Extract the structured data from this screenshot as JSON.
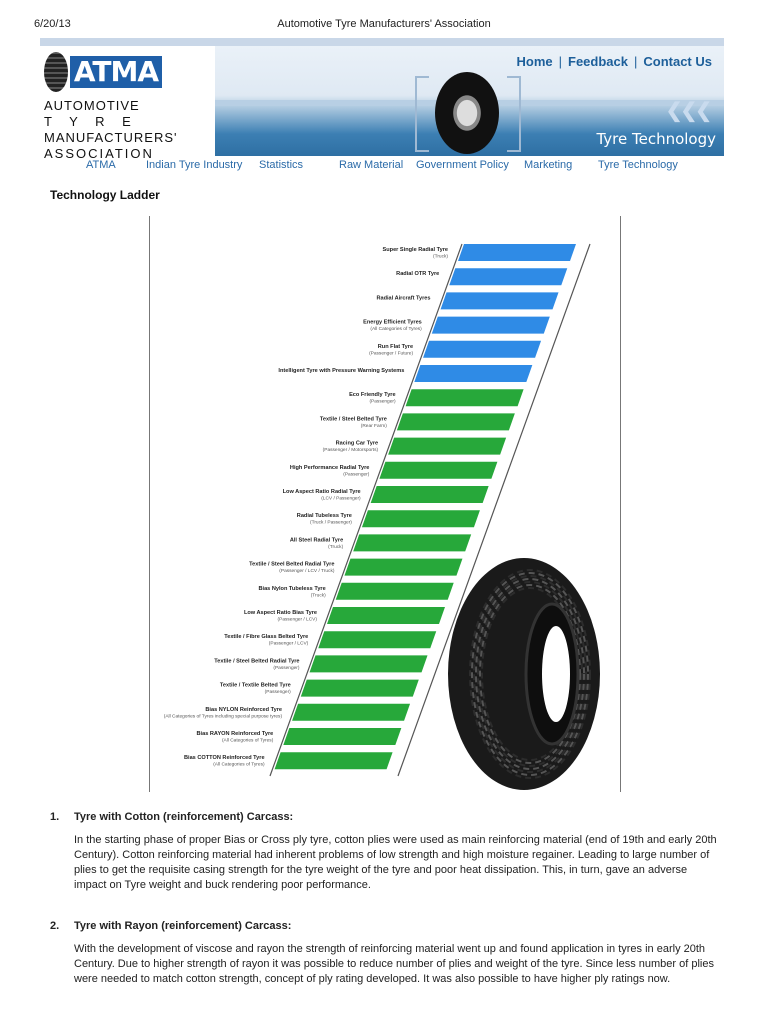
{
  "print_header": {
    "date": "6/20/13",
    "title": "Automotive Tyre Manufacturers' Association"
  },
  "logo": {
    "word": "ATMA",
    "lines": [
      "AUTOMOTIVE",
      "T  Y  R  E",
      "MANUFACTURERS'",
      "ASSOCIATION"
    ]
  },
  "top_links": [
    "Home",
    "Feedback",
    "Contact Us"
  ],
  "banner_label": "Tyre Technology",
  "nav": [
    "ATMA",
    "Indian Tyre Industry",
    "Statistics",
    "Raw Material",
    "Government Policy",
    "Marketing",
    "Tyre Technology"
  ],
  "page_heading": "Technology Ladder",
  "colors": {
    "blue_rung": "#2f8be6",
    "green_rung": "#27a83a",
    "link": "#2a6aa8",
    "brand": "#1f5fa8"
  },
  "ladder": {
    "rungs": [
      {
        "label": "Super Single Radial Tyre",
        "sub": "(Truck)",
        "color": "blue"
      },
      {
        "label": "Radial OTR Tyre",
        "sub": "",
        "color": "blue"
      },
      {
        "label": "Radial Aircraft Tyres",
        "sub": "",
        "color": "blue"
      },
      {
        "label": "Energy Efficient Tyres",
        "sub": "(All Categories of Tyres)",
        "color": "blue"
      },
      {
        "label": "Run Flat Tyre",
        "sub": "(Passenger / Future)",
        "color": "blue"
      },
      {
        "label": "Intelligent Tyre with Pressure Warning Systems",
        "sub": "",
        "color": "blue"
      },
      {
        "label": "Eco Friendly Tyre",
        "sub": "(Passenger)",
        "color": "green"
      },
      {
        "label": "Textile / Steel Belted Tyre",
        "sub": "(Rear Farm)",
        "color": "green"
      },
      {
        "label": "Racing Car Tyre",
        "sub": "(Passenger / Motorsports)",
        "color": "green"
      },
      {
        "label": "High Performance Radial Tyre",
        "sub": "(Passenger)",
        "color": "green"
      },
      {
        "label": "Low Aspect Ratio Radial Tyre",
        "sub": "(LCV / Passenger)",
        "color": "green"
      },
      {
        "label": "Radial Tubeless Tyre",
        "sub": "(Truck / Passenger)",
        "color": "green"
      },
      {
        "label": "All Steel Radial Tyre",
        "sub": "(Truck)",
        "color": "green"
      },
      {
        "label": "Textile / Steel Belted Radial Tyre",
        "sub": "(Passenger / LCV / Truck)",
        "color": "green"
      },
      {
        "label": "Bias Nylon Tubeless Tyre",
        "sub": "(Truck)",
        "color": "green"
      },
      {
        "label": "Low Aspect Ratio Bias Tyre",
        "sub": "(Passenger / LCV)",
        "color": "green"
      },
      {
        "label": "Textile / Fibre Glass Belted Tyre",
        "sub": "(Passenger / LCV)",
        "color": "green"
      },
      {
        "label": "Textile / Steel Belted Radial Tyre",
        "sub": "(Passenger)",
        "color": "green"
      },
      {
        "label": "Textile / Textile Belted Tyre",
        "sub": "(Passenger)",
        "color": "green"
      },
      {
        "label": "Bias NYLON Reinforced Tyre",
        "sub": "(All Categories of Tyres including special purpose tyres)",
        "color": "green"
      },
      {
        "label": "Bias RAYON Reinforced Tyre",
        "sub": "(All Categories of Tyres)",
        "color": "green"
      },
      {
        "label": "Bias COTTON Reinforced Tyre",
        "sub": "(All Categories of Tyres)",
        "color": "green"
      }
    ]
  },
  "items": [
    {
      "num": "1.",
      "heading": "Tyre with Cotton (reinforcement) Carcass:",
      "body": "In the starting phase of proper Bias or Cross ply tyre, cotton plies were used as main reinforcing material (end of 19th and early 20th Century). Cotton reinforcing material had inherent problems of low strength and high moisture regainer. Leading to large number of plies to get the requisite casing strength for the tyre weight of the tyre and poor heat dissipation. This, in turn, gave an adverse impact on Tyre weight and buck rendering poor performance."
    },
    {
      "num": "2.",
      "heading": "Tyre with Rayon (reinforcement) Carcass:",
      "body": "With the development of viscose and rayon the strength of reinforcing material went up and found application in tyres in early 20th Century. Due to higher strength of rayon it was possible to reduce number of plies and weight of the tyre. Since less number of plies were needed to match cotton strength, concept of ply rating developed. It was also possible to have higher ply ratings now."
    }
  ]
}
